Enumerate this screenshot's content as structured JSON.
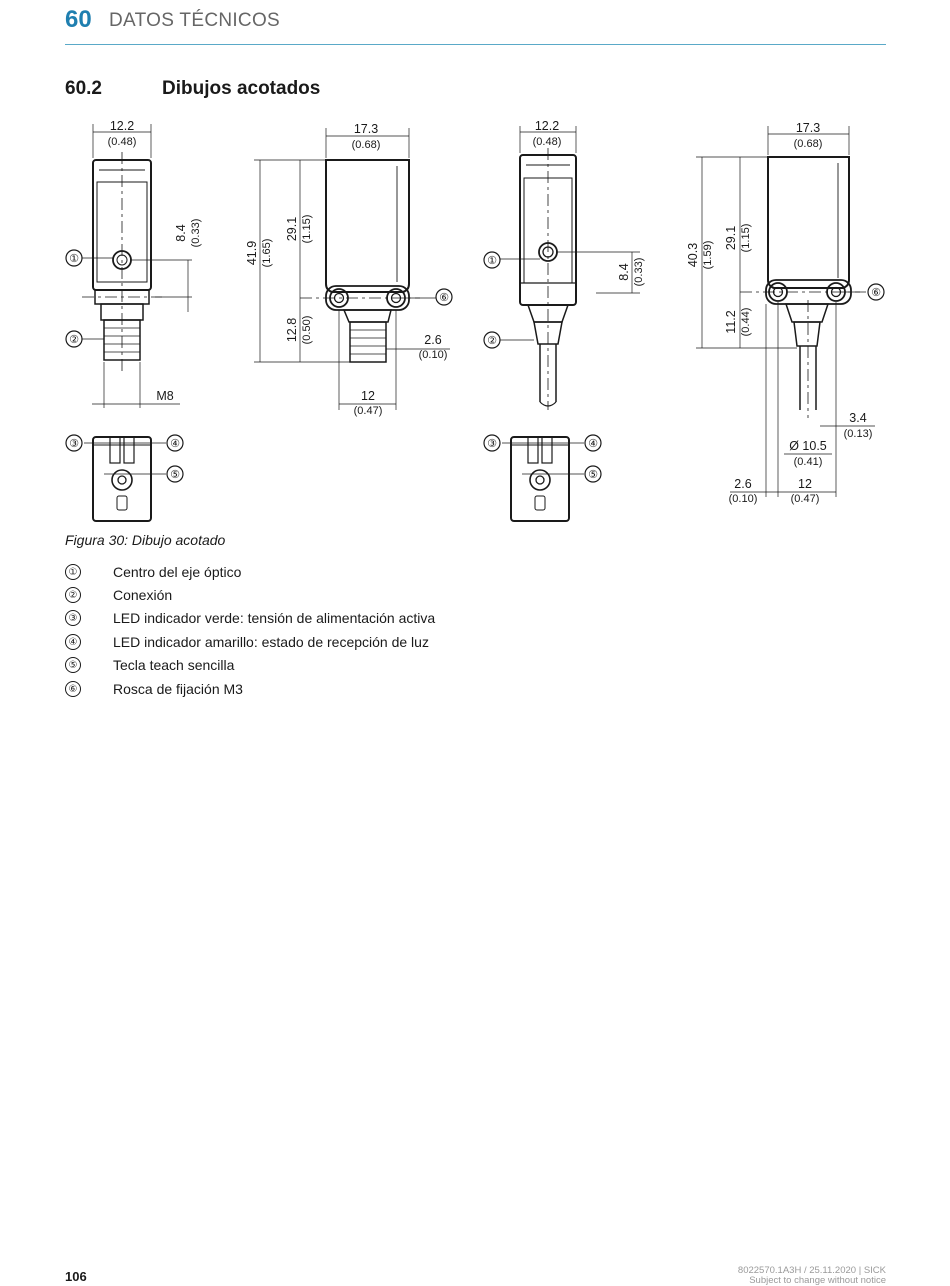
{
  "header": {
    "chapter_number": "60",
    "chapter_title": "DATOS TÉCNICOS"
  },
  "section": {
    "number": "60.2",
    "title": "Dibujos acotados"
  },
  "drawing": {
    "callouts": [
      "①",
      "②",
      "③",
      "④",
      "⑤",
      "⑥"
    ],
    "view1": {
      "width": "12.2",
      "width_in": "(0.48)",
      "axis": "8.4",
      "axis_in": "(0.33)",
      "thread": "M8"
    },
    "view2": {
      "width": "17.3",
      "width_in": "(0.68)",
      "height": "41.9",
      "height_in": "(1.65)",
      "upper": "29.1",
      "upper_in": "(1.15)",
      "lower": "12.8",
      "lower_in": "(0.50)",
      "offset": "2.6",
      "offset_in": "(0.10)",
      "hole": "12",
      "hole_in": "(0.47)"
    },
    "view3": {
      "width": "12.2",
      "width_in": "(0.48)",
      "axis": "8.4",
      "axis_in": "(0.33)"
    },
    "view4": {
      "width": "17.3",
      "width_in": "(0.68)",
      "height": "40.3",
      "height_in": "(1.59)",
      "upper": "29.1",
      "upper_in": "(1.15)",
      "lower": "11.2",
      "lower_in": "(0.44)",
      "cable": "3.4",
      "cable_in": "(0.13)",
      "diameter": "Ø 10.5",
      "diameter_in": "(0.41)",
      "offset": "2.6",
      "offset_in": "(0.10)",
      "hole": "12",
      "hole_in": "(0.47)"
    }
  },
  "figure_caption": "Figura 30: Dibujo acotado",
  "legend": [
    {
      "mark": "①",
      "text": "Centro del eje óptico"
    },
    {
      "mark": "②",
      "text": "Conexión"
    },
    {
      "mark": "③",
      "text": "LED indicador verde: tensión de alimentación activa"
    },
    {
      "mark": "④",
      "text": "LED indicador amarillo: estado de recepción de luz"
    },
    {
      "mark": "⑤",
      "text": "Tecla teach sencilla"
    },
    {
      "mark": "⑥",
      "text": "Rosca de fijación M3"
    }
  ],
  "footer": {
    "page_number": "106",
    "doc_info": "8022570.1A3H / 25.11.2020 | SICK",
    "notice": "Subject to change without notice"
  }
}
